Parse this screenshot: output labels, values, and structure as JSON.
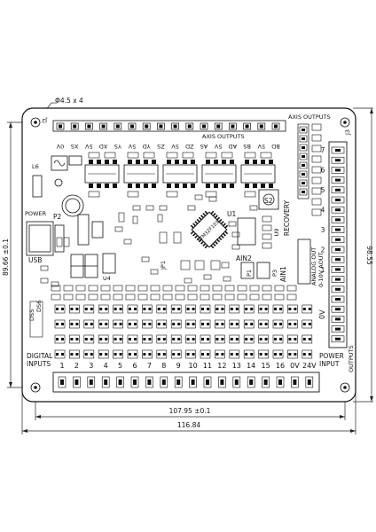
{
  "board": {
    "j2_label": "J2",
    "j3_label": "J3",
    "hole_note": "Φ4.5 x 4",
    "axis_outputs_top": "AXIS OUTPUTS",
    "axis_outputs_mid": "AXIS OUTPUTS",
    "axis_pins": [
      "0V",
      "XS",
      "5V",
      "XD",
      "YS",
      "5V",
      "YD",
      "ZS",
      "5V",
      "ZD",
      "AS",
      "5V",
      "AD",
      "BS",
      "5V",
      "BD"
    ],
    "l6": "L6",
    "power": "POWER",
    "p2": "P2",
    "usb": "USB",
    "u1": "U1",
    "u4": "U4",
    "jp1": "JP1",
    "chip_text": "STM32F103",
    "s2": "S2",
    "recovery": "RECOVERY",
    "u9": "U9",
    "ain2": "AIN2",
    "ain1": "AIN1",
    "p1": "P1",
    "p3": "P3",
    "analog_out": "ANALOG OUT",
    "aout_sub": "0-10V AOUT",
    "ds5": "DS5",
    "ds6": "DS6",
    "zero_v_right": "0V",
    "digital_inputs": [
      "DIGITAL",
      "INPUTS"
    ],
    "input_numbers": [
      "1",
      "2",
      "3",
      "4",
      "5",
      "6",
      "7",
      "8",
      "9",
      "10",
      "11",
      "12",
      "13",
      "14",
      "15",
      "16",
      "0V",
      "24V"
    ],
    "power_input": [
      "POWER",
      "INPUT"
    ],
    "outputs_label": "OUTPUTS",
    "output_numbers": [
      "7",
      "6",
      "5",
      "4",
      "3",
      "2",
      "1"
    ]
  },
  "dimensions": {
    "outer_width": "116.84",
    "inner_width": "107.95 ±0.1",
    "outer_height": "98.55",
    "inner_height": "89.66 ±0.1"
  }
}
